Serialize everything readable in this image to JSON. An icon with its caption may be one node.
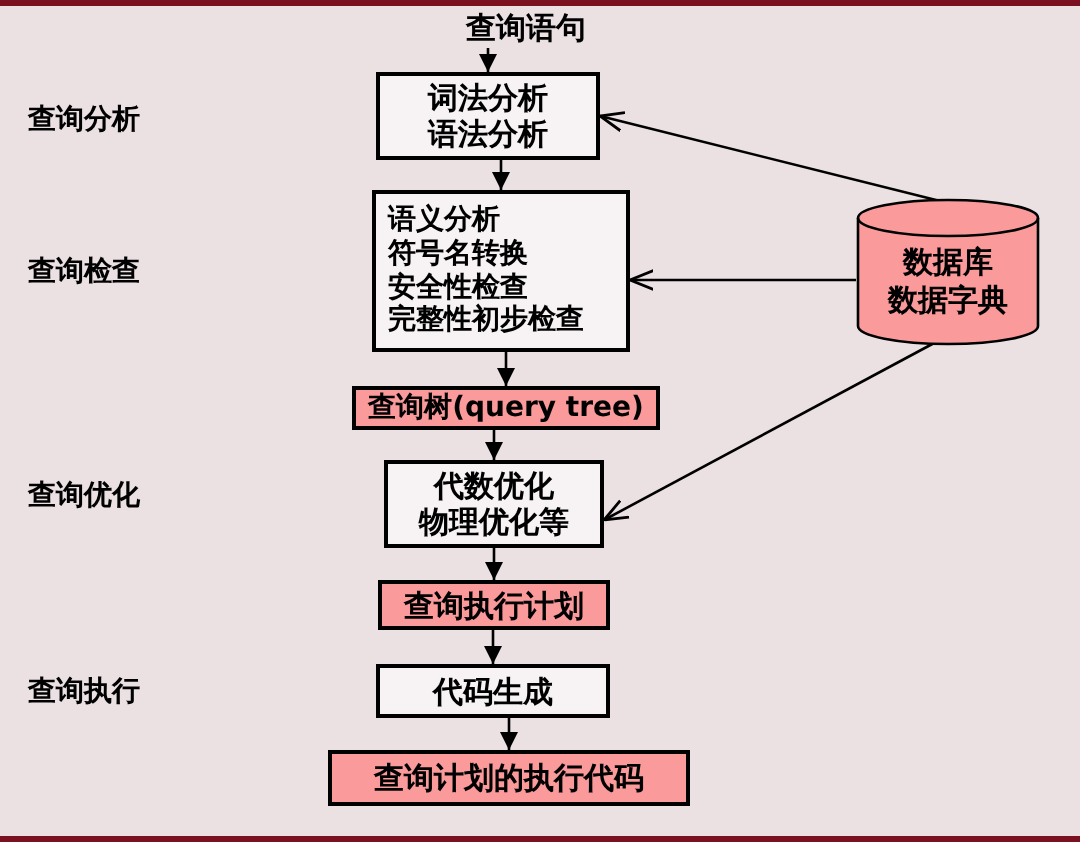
{
  "diagram": {
    "nodes": [
      {
        "text": [
          "查询语句"
        ]
      },
      {
        "text": [
          "词法分析",
          "语法分析"
        ]
      },
      {
        "text": [
          "语义分析",
          "符号名转换",
          "安全性检查",
          "完整性初步检查"
        ]
      },
      {
        "text": [
          "查询树(query tree)"
        ]
      },
      {
        "text": [
          "代数优化",
          "物理优化等"
        ]
      },
      {
        "text": [
          "查询执行计划"
        ]
      },
      {
        "text": [
          "代码生成"
        ]
      },
      {
        "text": [
          "查询计划的执行代码"
        ]
      },
      {
        "text": [
          "数据库",
          "数据字典"
        ]
      }
    ],
    "edges": [
      {
        "from": 0,
        "to": 1,
        "arrow": "to"
      },
      {
        "from": 1,
        "to": 2,
        "arrow": "to"
      },
      {
        "from": 2,
        "to": 3,
        "arrow": "to"
      },
      {
        "from": 3,
        "to": 4,
        "arrow": "to"
      },
      {
        "from": 4,
        "to": 5,
        "arrow": "to"
      },
      {
        "from": 5,
        "to": 6,
        "arrow": "to"
      },
      {
        "from": 6,
        "to": 7,
        "arrow": "to"
      },
      {
        "from": 8,
        "to": 1,
        "arrow": "to"
      },
      {
        "from": 8,
        "to": 2,
        "arrow": "to"
      },
      {
        "from": 8,
        "to": 4,
        "arrow": "to"
      }
    ],
    "labels": [
      "查询分析",
      "查询检查",
      "查询优化",
      "查询执行"
    ]
  }
}
